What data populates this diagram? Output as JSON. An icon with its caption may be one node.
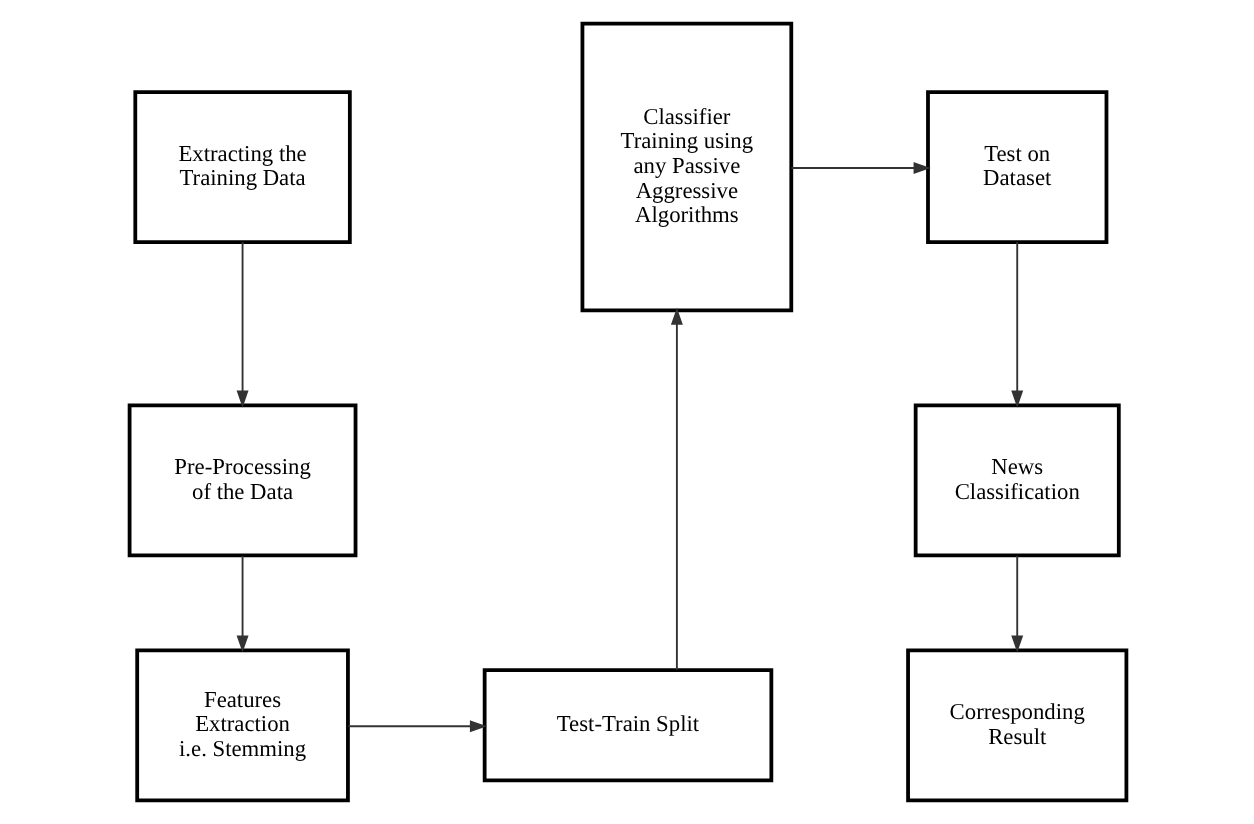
{
  "diagram": {
    "nodes": [
      {
        "text": [
          "Extracting the Training Data"
        ]
      },
      {
        "text": [
          "Pre-Processing of the Data"
        ]
      },
      {
        "text": [
          "Features Extraction i.e. Stemming"
        ]
      },
      {
        "text": [
          "Test-Train Split"
        ]
      },
      {
        "text": [
          "Classifier Training using any Passive Aggressive Algorithms"
        ]
      },
      {
        "text": [
          "Test on Dataset"
        ]
      },
      {
        "text": [
          "News Classification"
        ]
      },
      {
        "text": [
          "Corresponding Result"
        ]
      }
    ],
    "edges": [
      {
        "from": 0,
        "to": 1,
        "arrow": "to"
      },
      {
        "from": 1,
        "to": 2,
        "arrow": "to"
      },
      {
        "from": 2,
        "to": 3,
        "arrow": "to"
      },
      {
        "from": 3,
        "to": 4,
        "arrow": "to"
      },
      {
        "from": 4,
        "to": 5,
        "arrow": "to"
      },
      {
        "from": 5,
        "to": 6,
        "arrow": "to"
      },
      {
        "from": 6,
        "to": 7,
        "arrow": "to"
      }
    ]
  }
}
